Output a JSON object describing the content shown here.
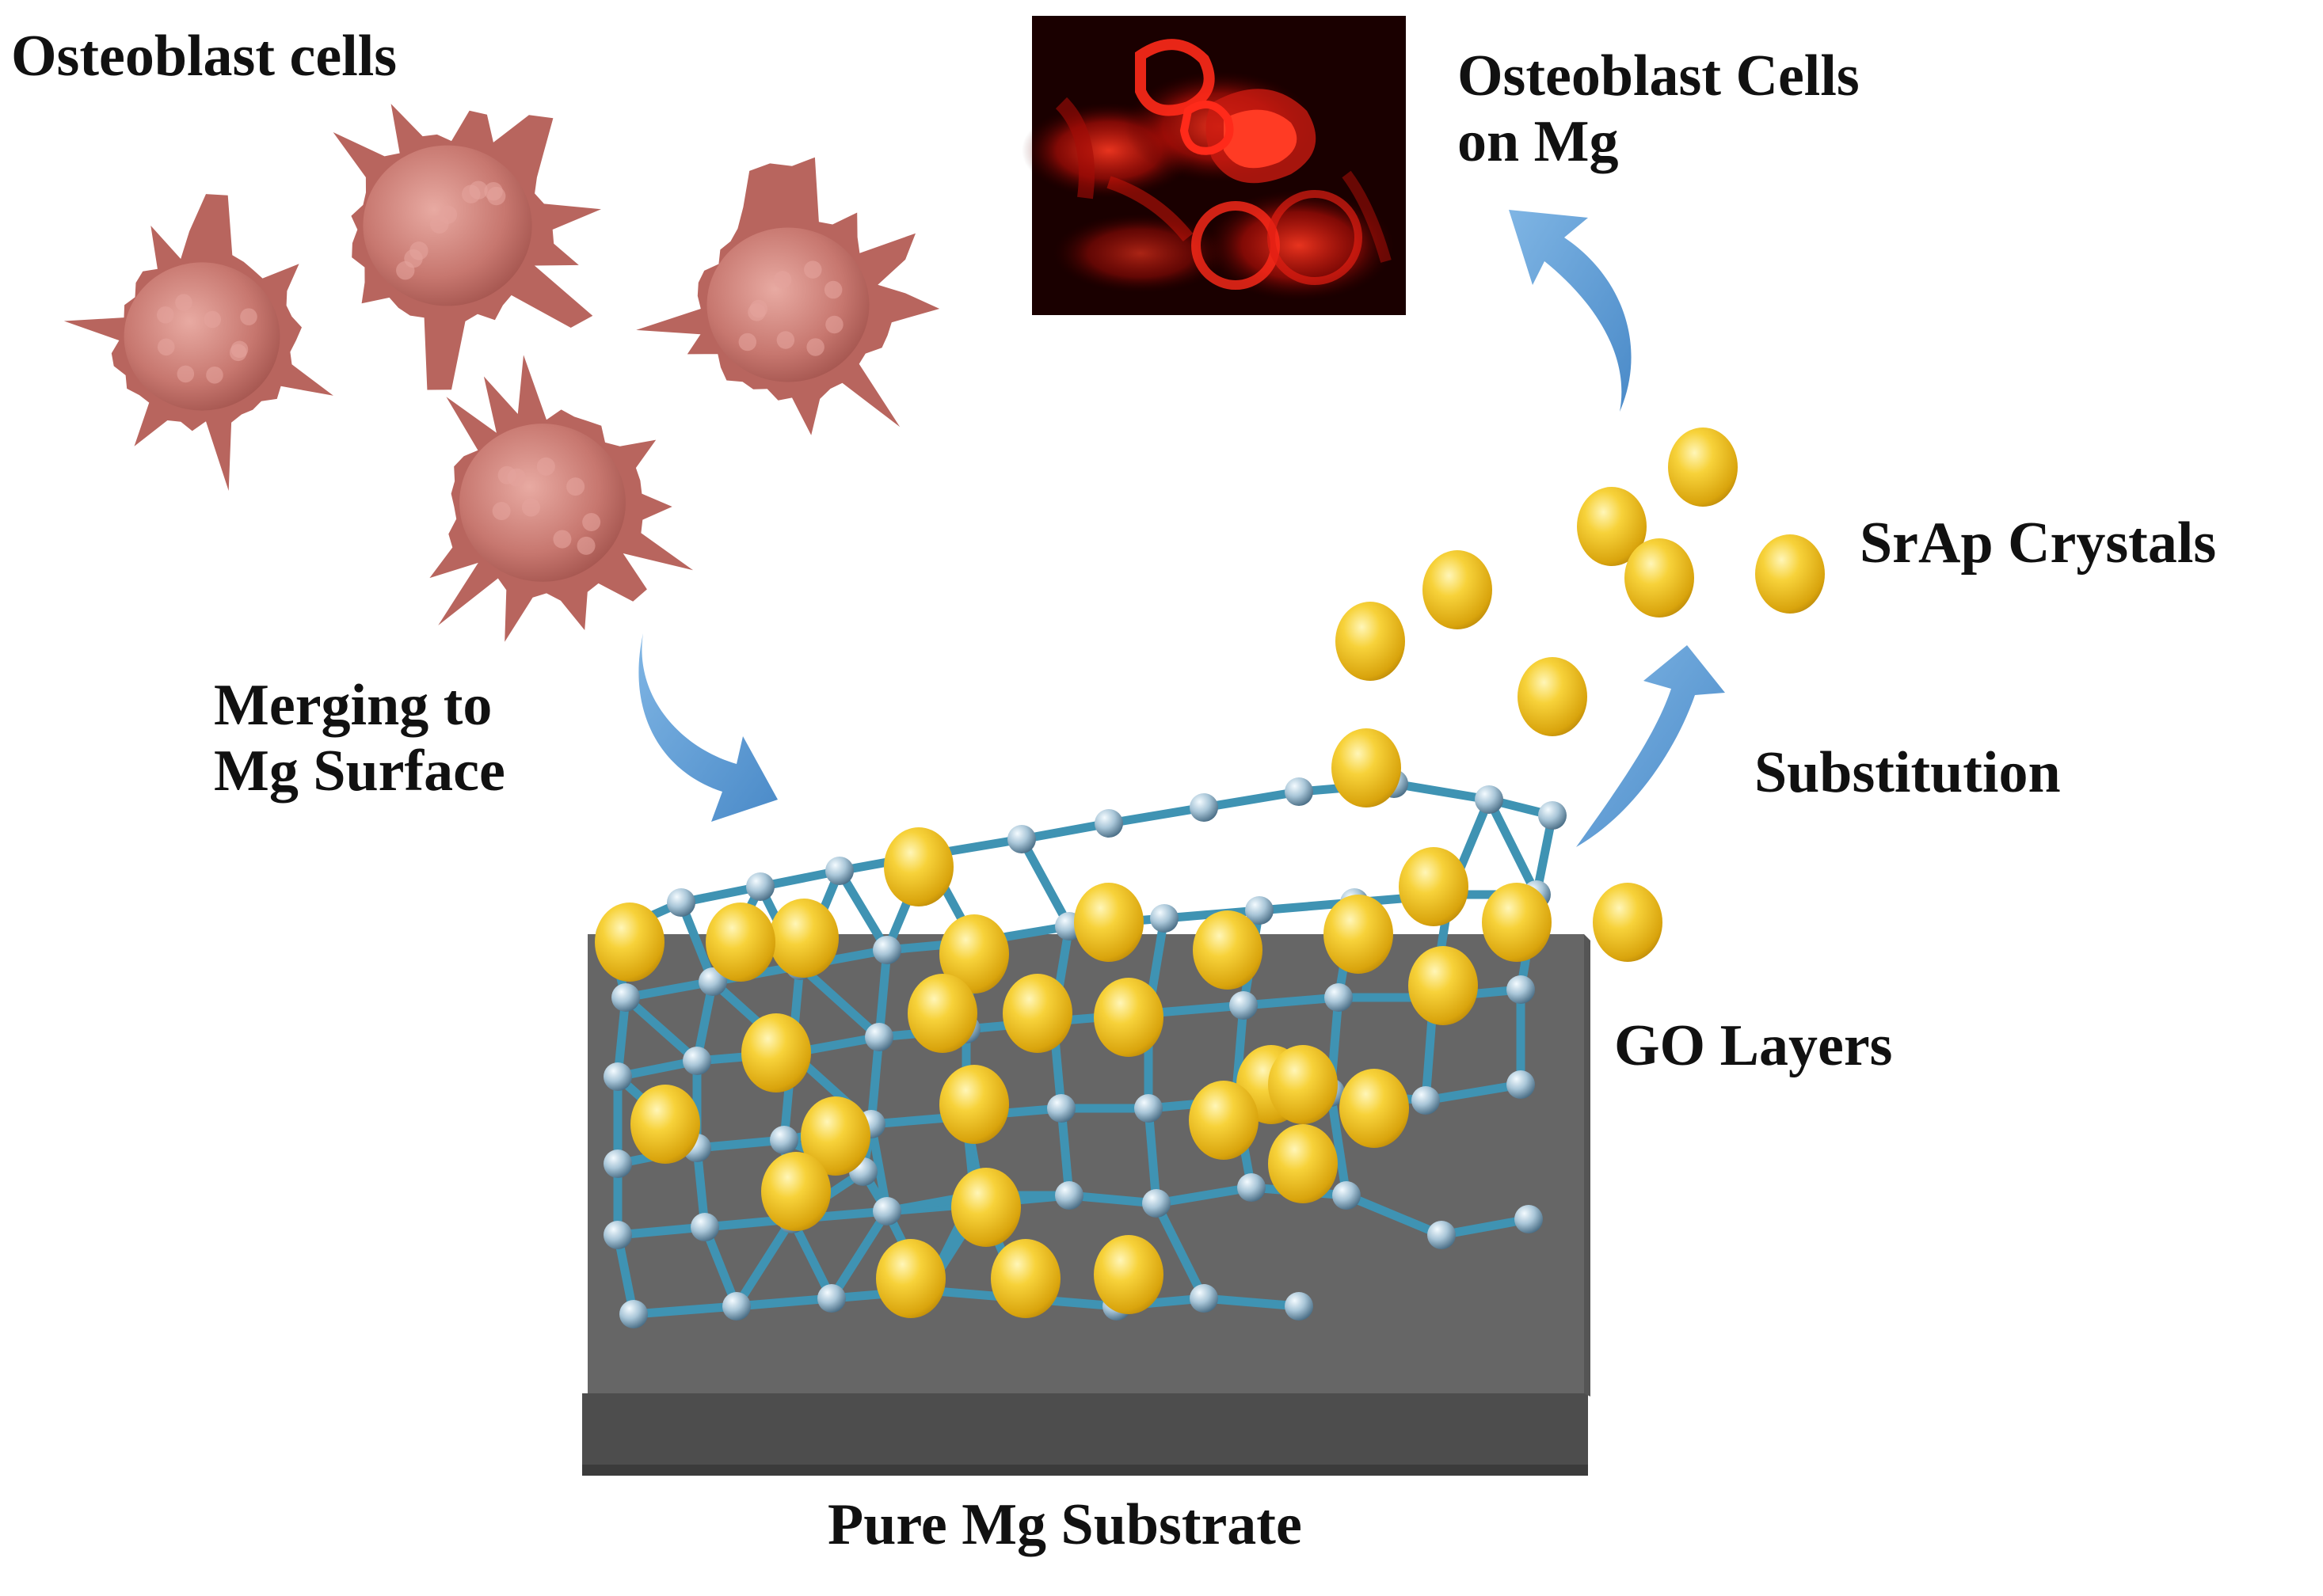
{
  "labels": {
    "osteoblast_cells": "Osteoblast cells",
    "cells_on_mg_line1": "Osteoblast Cells",
    "cells_on_mg_line2": "on Mg",
    "merging_line1": "Merging to",
    "merging_line2": "Mg Surface",
    "srap_crystals": "SrAp Crystals",
    "substitution": "Substitution",
    "go_layers": "GO Layers",
    "substrate": "Pure Mg Substrate"
  },
  "colors": {
    "arrow": "#5B9BD5",
    "substrate_top": "#666666",
    "substrate_front": "#4d4d4d",
    "go_network": "#3f93b3",
    "srap_crystal": "#F2C21B",
    "cell": "#C4736C",
    "fluorescence_bg": "#1a0000",
    "fluorescence_signal": "#ff2a1a"
  },
  "icons": {
    "cell": "osteoblast-cell-icon",
    "crystal": "srap-crystal-icon",
    "arrow": "flow-arrow-icon",
    "micrograph": "fluorescence-micrograph-icon"
  }
}
